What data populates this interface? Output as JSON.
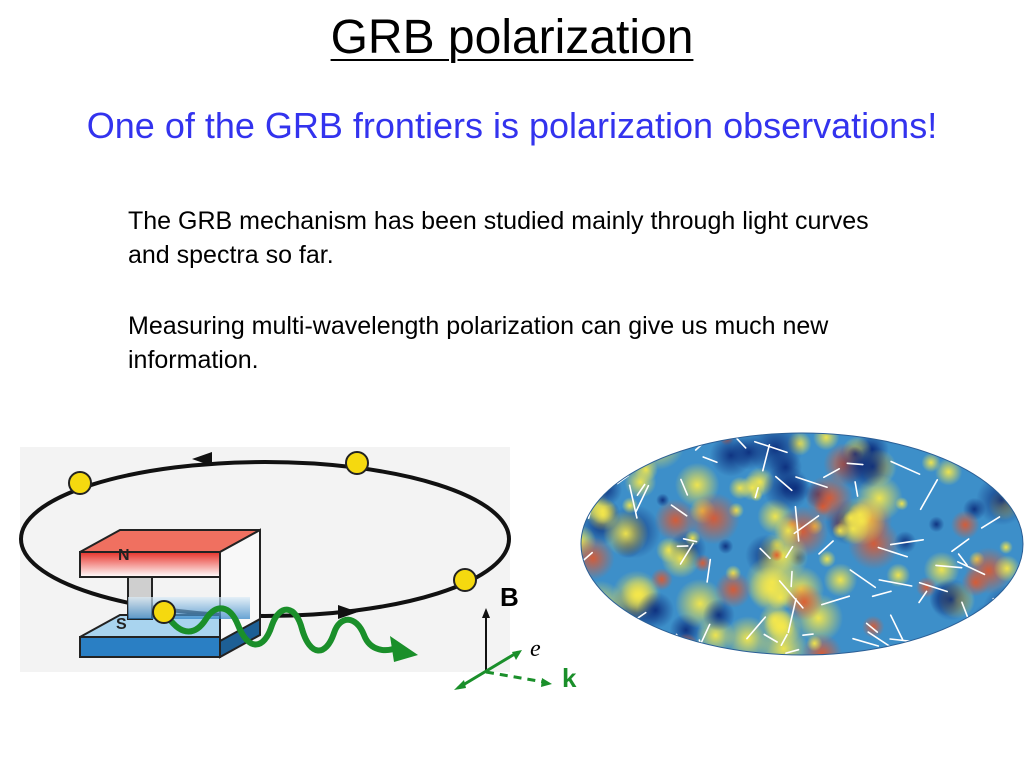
{
  "slide": {
    "title": "GRB polarization",
    "subtitle": "One of the GRB frontiers is polarization observations!",
    "paragraphs": [
      "The GRB mechanism has been studied mainly through light curves and spectra so far.",
      "Measuring multi-wavelength polarization can give us much new information."
    ]
  },
  "synchrotron_figure": {
    "magnet_north_label": "N",
    "magnet_south_label": "S"
  },
  "vector_diagram": {
    "b_label": "B",
    "e_label": "e",
    "k_label": "k"
  },
  "colors": {
    "subtitle": "#3333ee",
    "electron": "#f5d90f",
    "photon": "#1a8f2a",
    "magnet_north": "#e8322a",
    "magnet_south": "#2a7fc4"
  },
  "icons": [
    "synchrotron-orbit-diagram",
    "cmb-polarization-map"
  ]
}
